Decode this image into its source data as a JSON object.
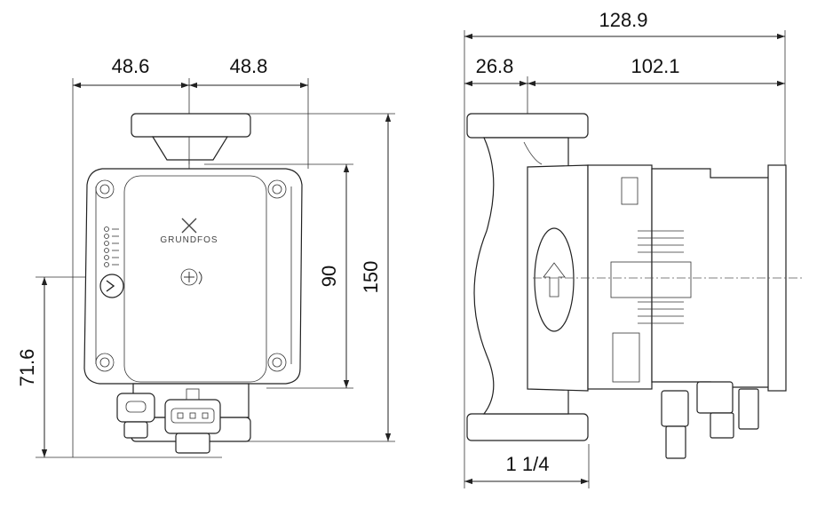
{
  "dimensions": {
    "front_width_left": "48.6",
    "front_width_right": "48.8",
    "front_height_inner": "90",
    "front_height_total": "150",
    "front_height_lower": "71.6",
    "side_total_length": "128.9",
    "side_flange_offset": "26.8",
    "side_motor_length": "102.1",
    "side_connection": "1 1/4"
  },
  "logo": {
    "brand": "GRUNDFOS",
    "icon": "grundfos-x-logo-icon"
  },
  "icons": {
    "flow_arrow": "up-arrow-icon",
    "control_button": "chevron-button-icon",
    "vent_screw": "rotation-screw-icon"
  },
  "colors": {
    "line": "#222222",
    "background": "#ffffff"
  }
}
